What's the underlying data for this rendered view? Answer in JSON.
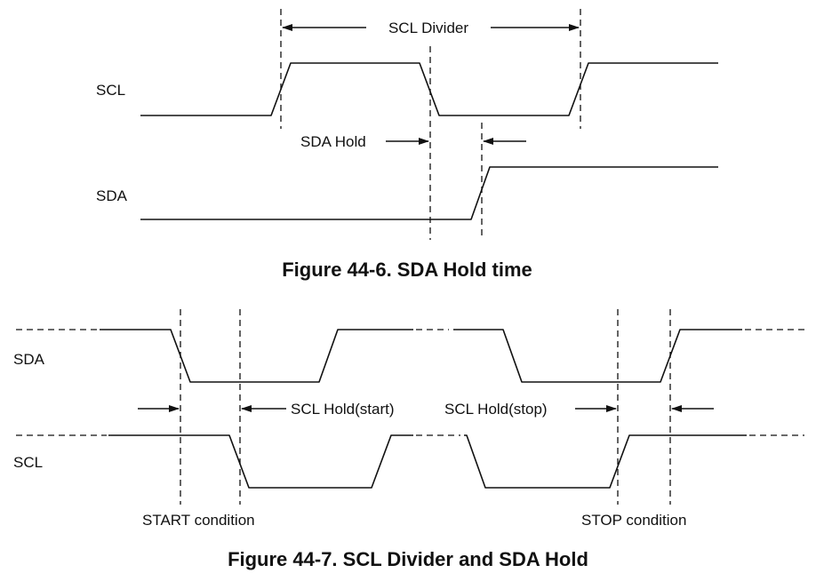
{
  "figure1": {
    "caption": "Figure 44-6. SDA Hold time",
    "labels": {
      "scl_signal": "SCL",
      "sda_signal": "SDA",
      "scl_divider": "SCL Divider",
      "sda_hold": "SDA Hold"
    }
  },
  "figure2": {
    "caption": "Figure 44-7. SCL Divider and SDA Hold",
    "labels": {
      "sda_signal": "SDA",
      "scl_signal": "SCL",
      "scl_hold_start": "SCL Hold(start)",
      "scl_hold_stop": "SCL Hold(stop)",
      "start_condition": "START condition",
      "stop_condition": "STOP condition"
    }
  },
  "colors": {
    "ink": "#111111",
    "background": "#ffffff"
  }
}
